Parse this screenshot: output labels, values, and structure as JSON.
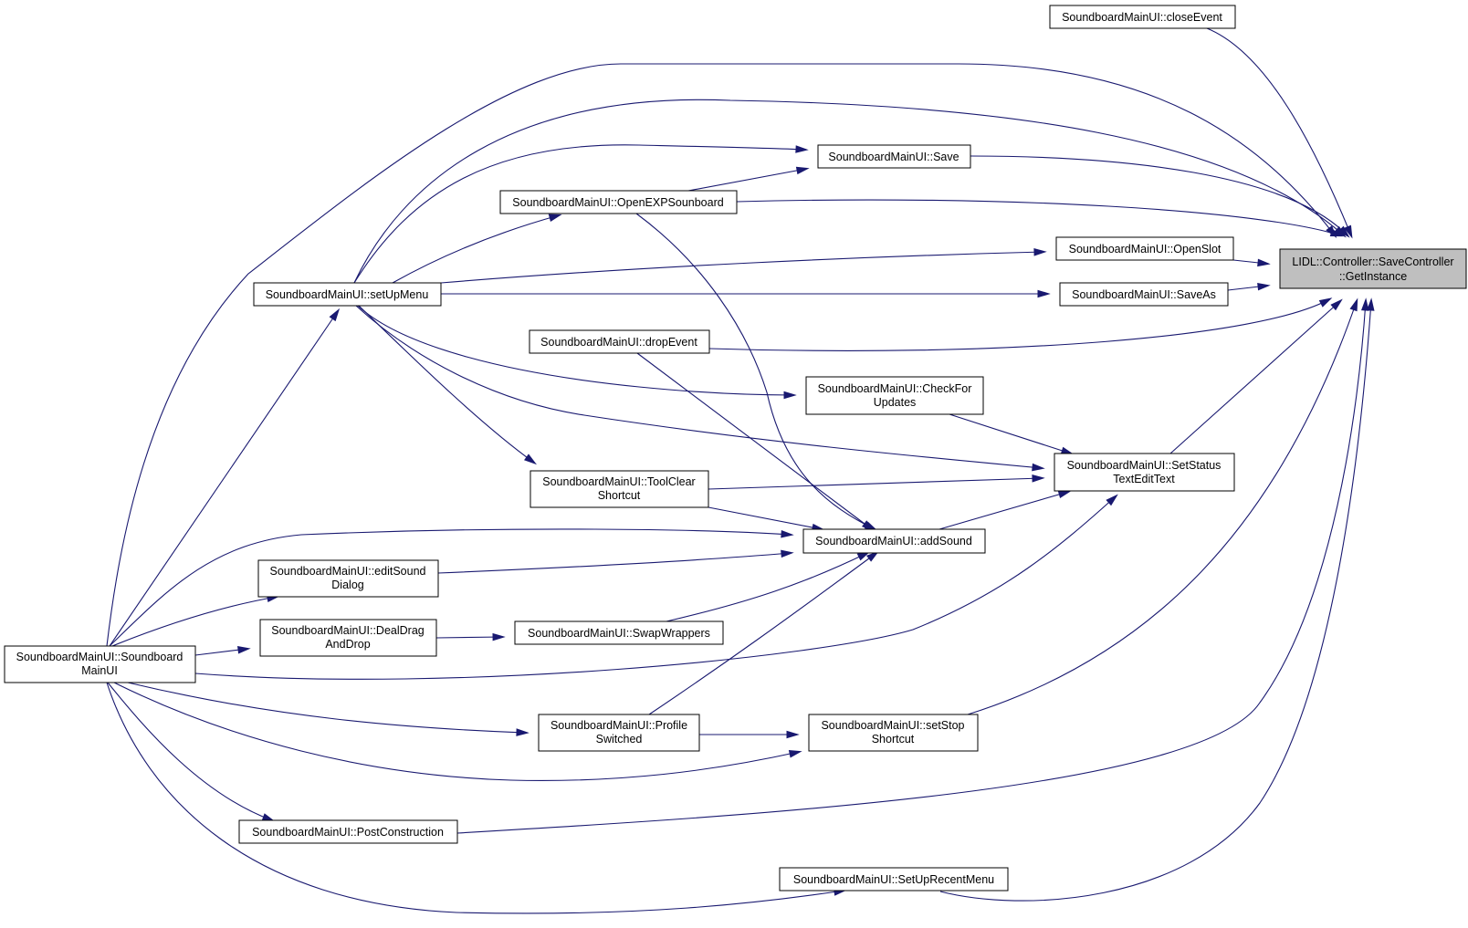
{
  "graph": {
    "nodes": {
      "getInstance": {
        "lines": [
          "LIDL::Controller::SaveController",
          "::GetInstance"
        ]
      },
      "closeEvent": {
        "lines": [
          "SoundboardMainUI::closeEvent"
        ]
      },
      "save": {
        "lines": [
          "SoundboardMainUI::Save"
        ]
      },
      "openExp": {
        "lines": [
          "SoundboardMainUI::OpenEXPSounboard"
        ]
      },
      "openSlot": {
        "lines": [
          "SoundboardMainUI::OpenSlot"
        ]
      },
      "setUpMenu": {
        "lines": [
          "SoundboardMainUI::setUpMenu"
        ]
      },
      "saveAs": {
        "lines": [
          "SoundboardMainUI::SaveAs"
        ]
      },
      "dropEvent": {
        "lines": [
          "SoundboardMainUI::dropEvent"
        ]
      },
      "checkUpdates": {
        "lines": [
          "SoundboardMainUI::CheckFor",
          "Updates"
        ]
      },
      "setStatus": {
        "lines": [
          "SoundboardMainUI::SetStatus",
          "TextEditText"
        ]
      },
      "toolClear": {
        "lines": [
          "SoundboardMainUI::ToolClear",
          "Shortcut"
        ]
      },
      "addSound": {
        "lines": [
          "SoundboardMainUI::addSound"
        ]
      },
      "editSound": {
        "lines": [
          "SoundboardMainUI::editSound",
          "Dialog"
        ]
      },
      "dealDrag": {
        "lines": [
          "SoundboardMainUI::DealDrag",
          "AndDrop"
        ]
      },
      "swapWrappers": {
        "lines": [
          "SoundboardMainUI::SwapWrappers"
        ]
      },
      "ctor": {
        "lines": [
          "SoundboardMainUI::Soundboard",
          "MainUI"
        ]
      },
      "profileSwitched": {
        "lines": [
          "SoundboardMainUI::Profile",
          "Switched"
        ]
      },
      "setStop": {
        "lines": [
          "SoundboardMainUI::setStop",
          "Shortcut"
        ]
      },
      "postConstruction": {
        "lines": [
          "SoundboardMainUI::PostConstruction"
        ]
      },
      "setUpRecent": {
        "lines": [
          "SoundboardMainUI::SetUpRecentMenu"
        ]
      }
    },
    "edges": [
      {
        "from": "closeEvent",
        "to": "getInstance"
      },
      {
        "from": "save",
        "to": "getInstance"
      },
      {
        "from": "openExp",
        "to": "getInstance"
      },
      {
        "from": "openSlot",
        "to": "getInstance"
      },
      {
        "from": "saveAs",
        "to": "getInstance"
      },
      {
        "from": "dropEvent",
        "to": "getInstance"
      },
      {
        "from": "setStatus",
        "to": "getInstance"
      },
      {
        "from": "setStop",
        "to": "getInstance"
      },
      {
        "from": "postConstruction",
        "to": "getInstance"
      },
      {
        "from": "setUpRecent",
        "to": "getInstance"
      },
      {
        "from": "setUpMenu",
        "to": "getInstance"
      },
      {
        "from": "ctor",
        "to": "getInstance"
      },
      {
        "from": "setUpMenu",
        "to": "save"
      },
      {
        "from": "openExp",
        "to": "save"
      },
      {
        "from": "setUpMenu",
        "to": "openExp"
      },
      {
        "from": "setUpMenu",
        "to": "openSlot"
      },
      {
        "from": "setUpMenu",
        "to": "saveAs"
      },
      {
        "from": "setUpMenu",
        "to": "checkUpdates"
      },
      {
        "from": "setUpMenu",
        "to": "setStatus"
      },
      {
        "from": "setUpMenu",
        "to": "toolClear"
      },
      {
        "from": "checkUpdates",
        "to": "setStatus"
      },
      {
        "from": "toolClear",
        "to": "setStatus"
      },
      {
        "from": "addSound",
        "to": "setStatus"
      },
      {
        "from": "ctor",
        "to": "setStatus"
      },
      {
        "from": "openExp",
        "to": "addSound"
      },
      {
        "from": "dropEvent",
        "to": "addSound"
      },
      {
        "from": "toolClear",
        "to": "addSound"
      },
      {
        "from": "ctor",
        "to": "addSound"
      },
      {
        "from": "editSound",
        "to": "addSound"
      },
      {
        "from": "swapWrappers",
        "to": "addSound"
      },
      {
        "from": "profileSwitched",
        "to": "addSound"
      },
      {
        "from": "dealDrag",
        "to": "swapWrappers"
      },
      {
        "from": "profileSwitched",
        "to": "setStop"
      },
      {
        "from": "ctor",
        "to": "setUpMenu"
      },
      {
        "from": "ctor",
        "to": "editSound"
      },
      {
        "from": "ctor",
        "to": "dealDrag"
      },
      {
        "from": "ctor",
        "to": "profileSwitched"
      },
      {
        "from": "ctor",
        "to": "setStop"
      },
      {
        "from": "ctor",
        "to": "postConstruction"
      },
      {
        "from": "ctor",
        "to": "setUpRecent"
      }
    ]
  }
}
